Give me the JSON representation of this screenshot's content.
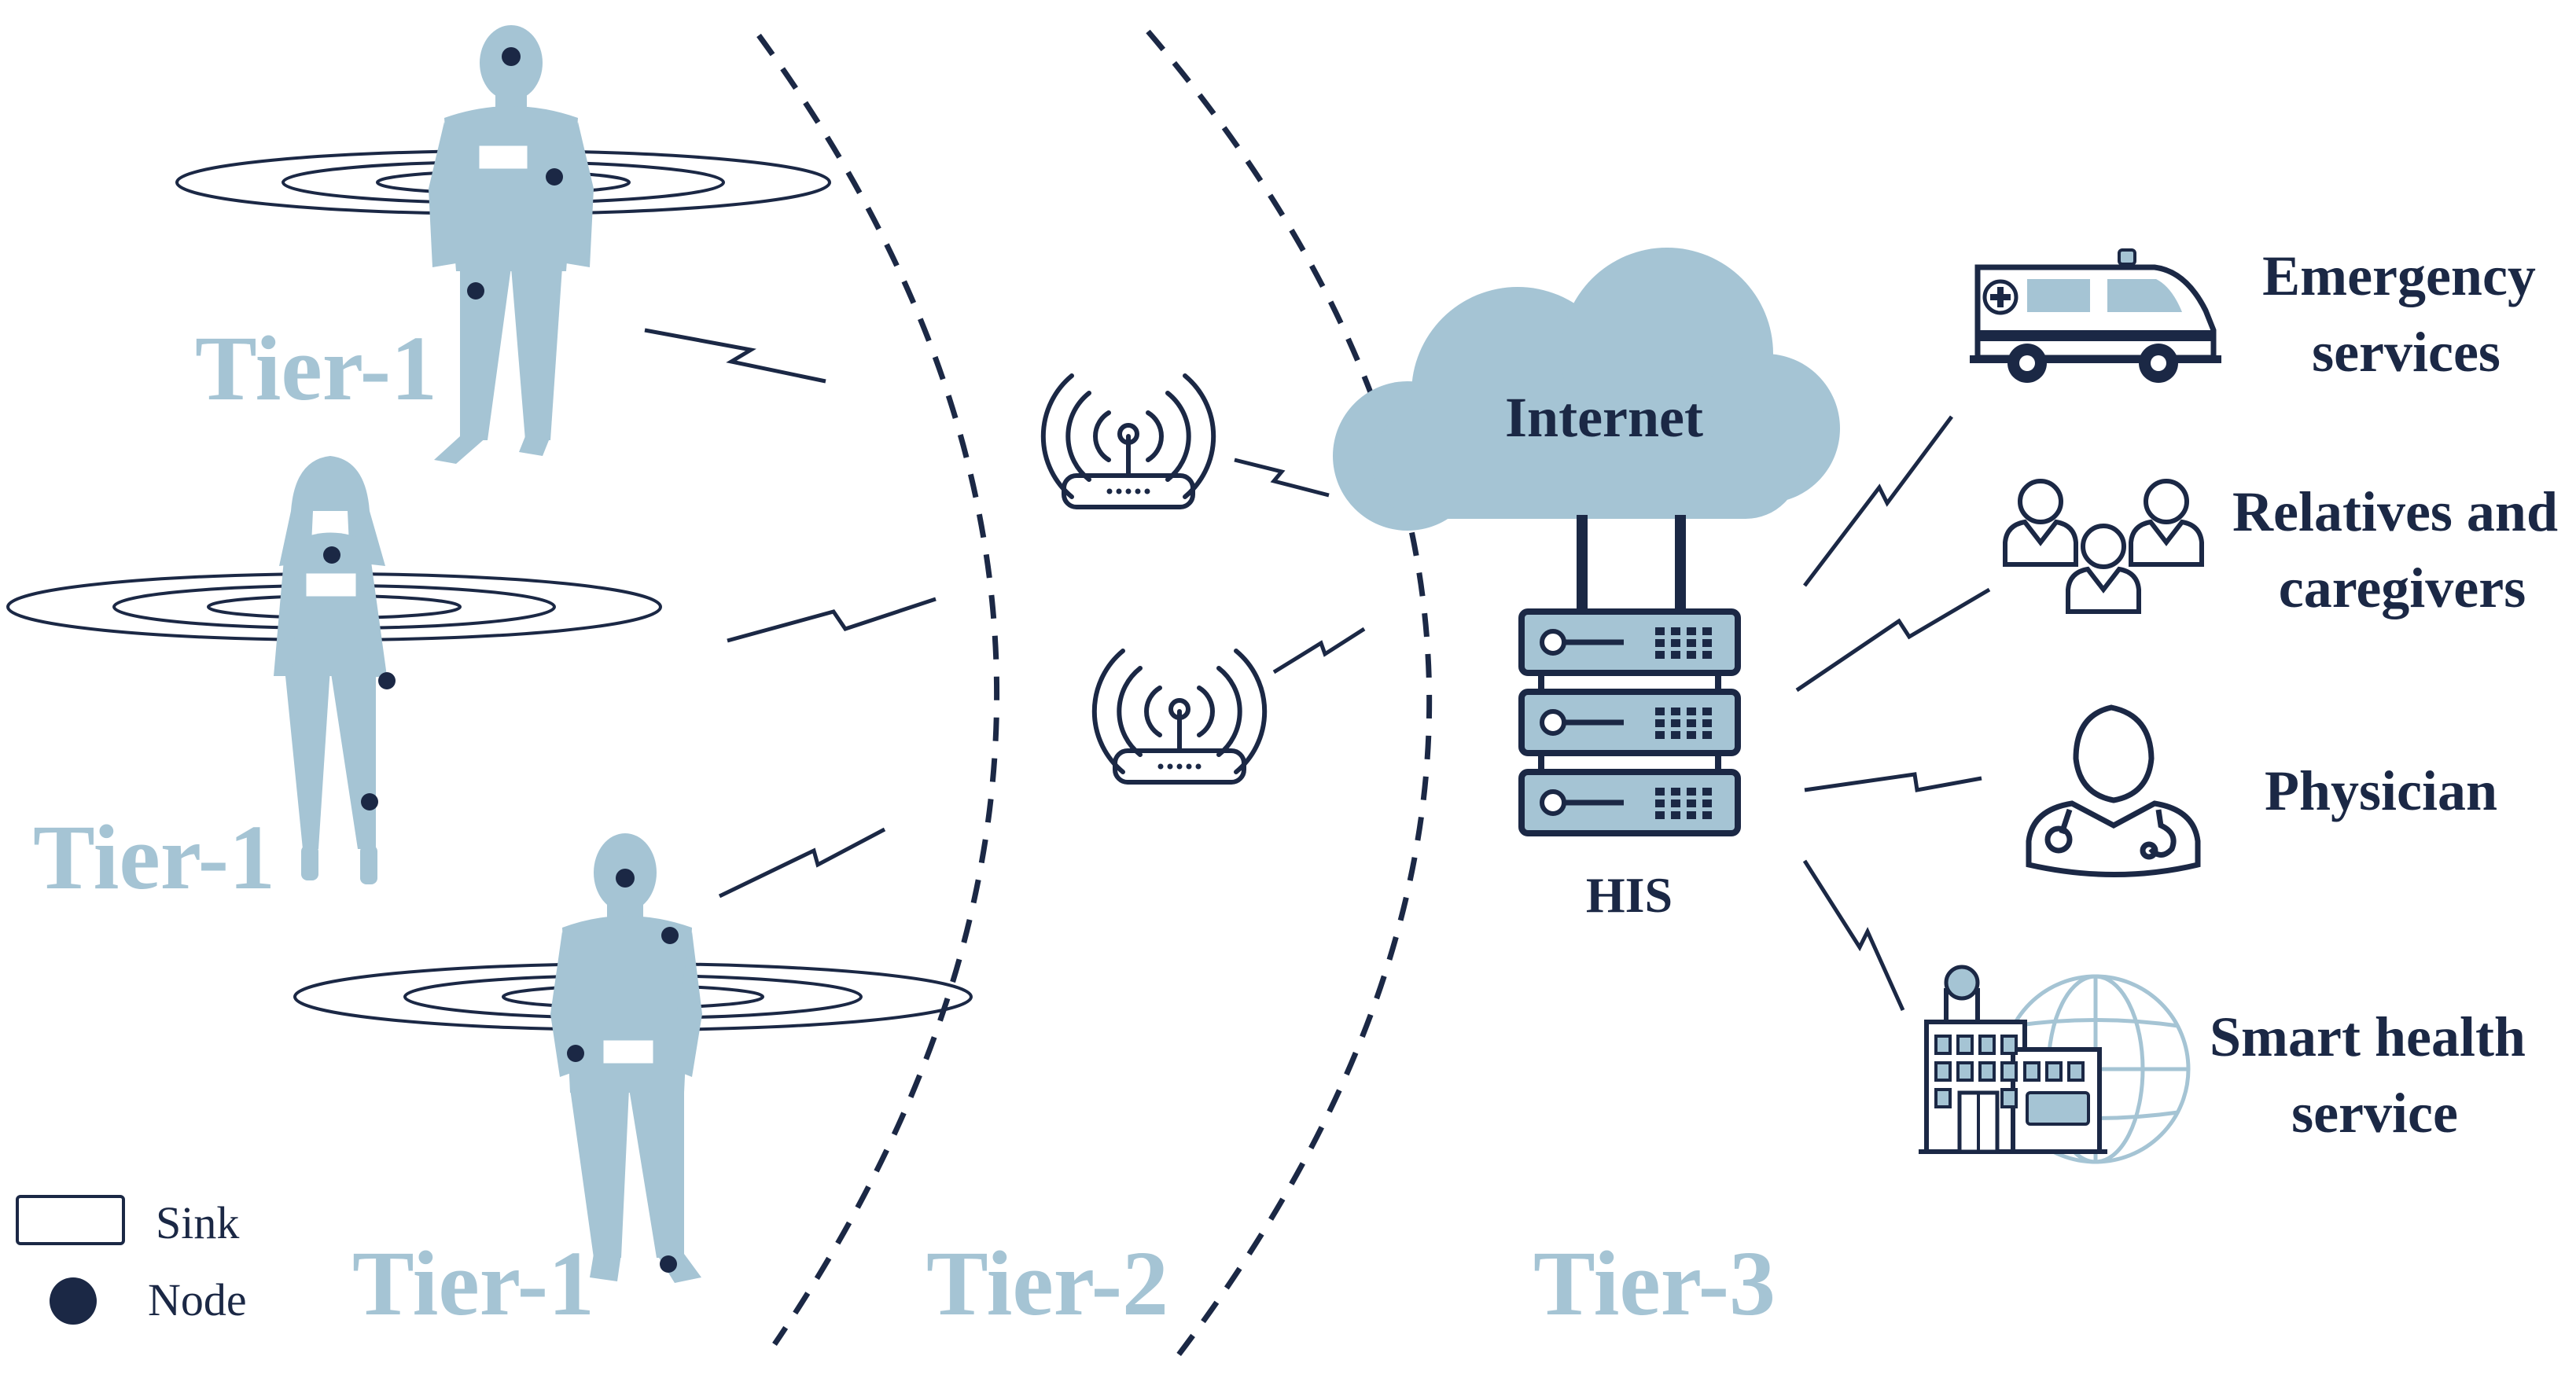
{
  "colors": {
    "accent_light": "#a5c4d4",
    "dark_navy": "#1b2845",
    "white": "#ffffff"
  },
  "tier1_labels": [
    "Tier-1",
    "Tier-1",
    "Tier-1"
  ],
  "tier2_label": "Tier-2",
  "tier3_label": "Tier-3",
  "internet_label": "Internet",
  "server_label": "HIS",
  "services": {
    "emergency": [
      "Emergency",
      "services"
    ],
    "relatives": [
      "Relatives and",
      "caregivers"
    ],
    "physician": [
      "Physician"
    ],
    "smart_health": [
      "Smart health",
      "service"
    ]
  },
  "legend": {
    "sink": "Sink",
    "node": "Node"
  },
  "icons": [
    "person-silhouette-icon",
    "signal-rings-icon",
    "lightning-link-icon",
    "wifi-router-icon",
    "cloud-icon",
    "server-rack-icon",
    "ambulance-icon",
    "people-group-icon",
    "doctor-icon",
    "hospital-globe-icon"
  ]
}
